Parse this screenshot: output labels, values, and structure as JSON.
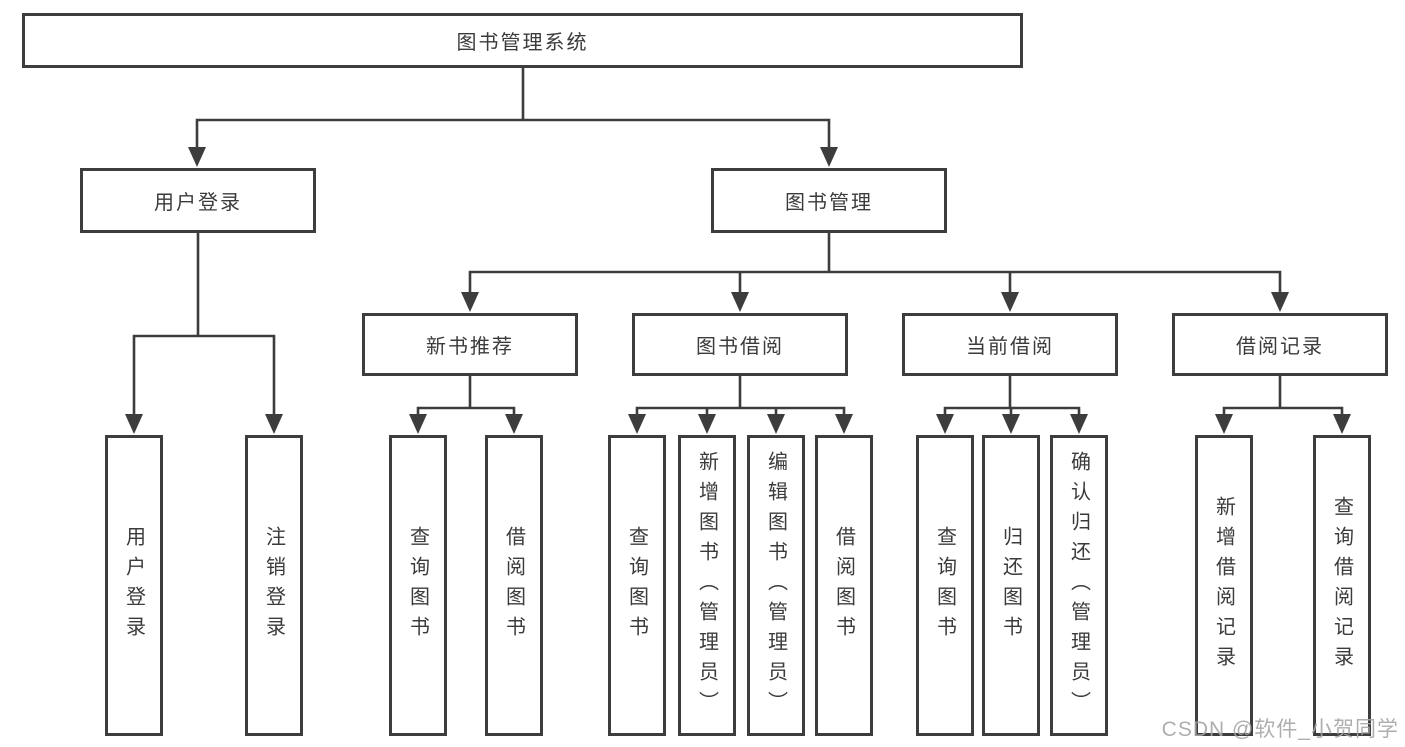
{
  "diagram": {
    "root": "图书管理系统",
    "login_branch": {
      "label": "用户登录",
      "leaves": [
        "用户登录",
        "注销登录"
      ]
    },
    "mgmt_branch": {
      "label": "图书管理",
      "sections": [
        {
          "label": "新书推荐",
          "leaves": [
            "查询图书",
            "借阅图书"
          ]
        },
        {
          "label": "图书借阅",
          "leaves": [
            "查询图书",
            "新增图书（管理员）",
            "编辑图书（管理员）",
            "借阅图书"
          ]
        },
        {
          "label": "当前借阅",
          "leaves": [
            "查询图书",
            "归还图书",
            "确认归还（管理员）"
          ]
        },
        {
          "label": "借阅记录",
          "leaves": [
            "新增借阅记录",
            "查询借阅记录"
          ]
        }
      ]
    },
    "watermark": "CSDN @软件_小贺同学"
  },
  "colors": {
    "line": "#3d3d3d",
    "text": "#3b3b3b",
    "background": "#ffffff",
    "watermark": "#a6a6a6"
  }
}
